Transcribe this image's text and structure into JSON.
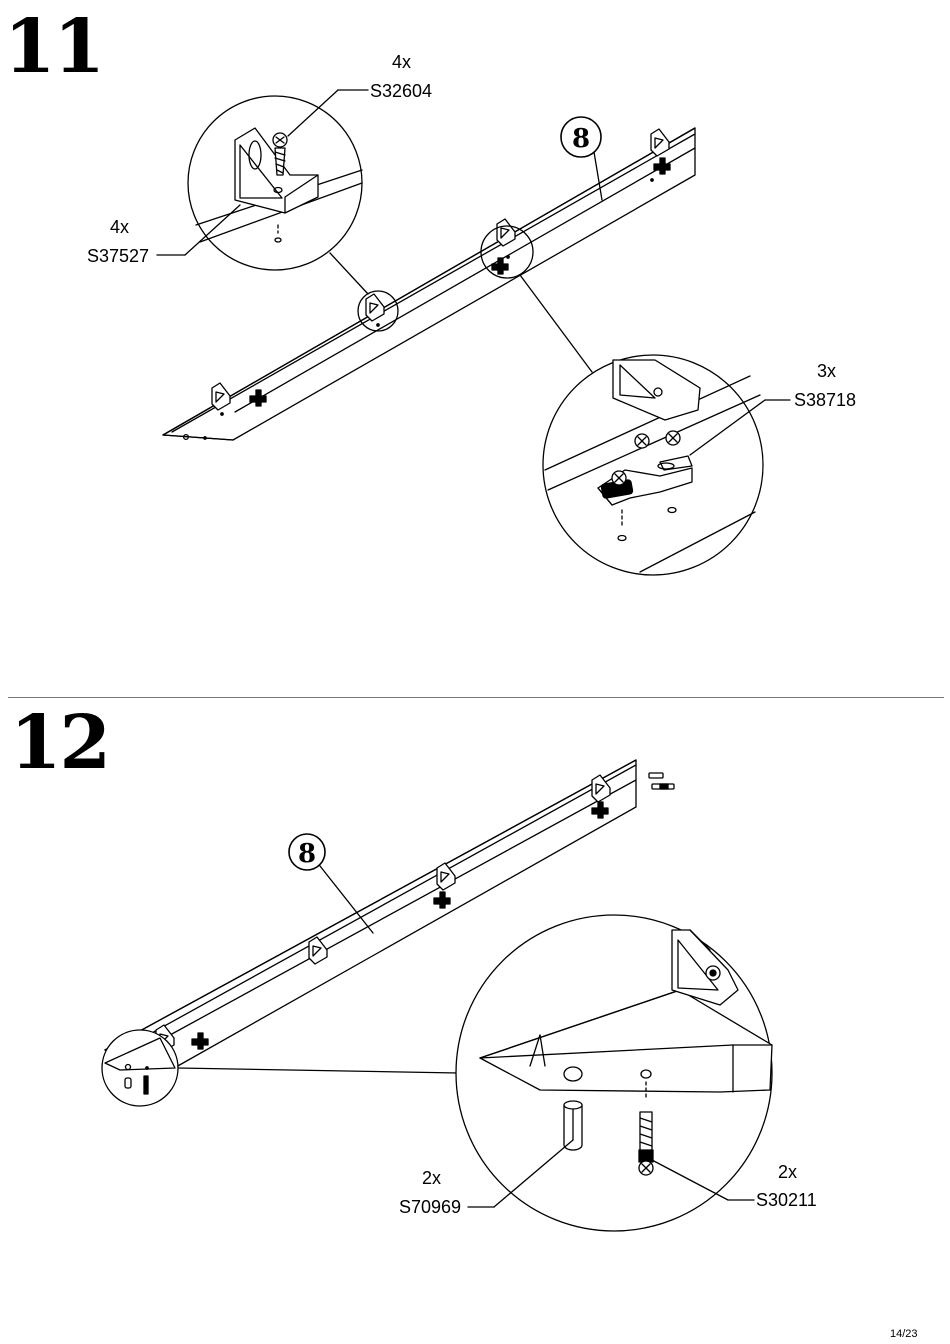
{
  "steps": [
    {
      "number": "11",
      "part_label": "8",
      "callouts": [
        {
          "qty": "4x",
          "code": "S32604"
        },
        {
          "qty": "4x",
          "code": "S37527"
        },
        {
          "qty": "3x",
          "code": "S38718"
        }
      ]
    },
    {
      "number": "12",
      "part_label": "8",
      "callouts": [
        {
          "qty": "2x",
          "code": "S70969"
        },
        {
          "qty": "2x",
          "code": "S30211"
        }
      ]
    }
  ],
  "page": "14/23"
}
